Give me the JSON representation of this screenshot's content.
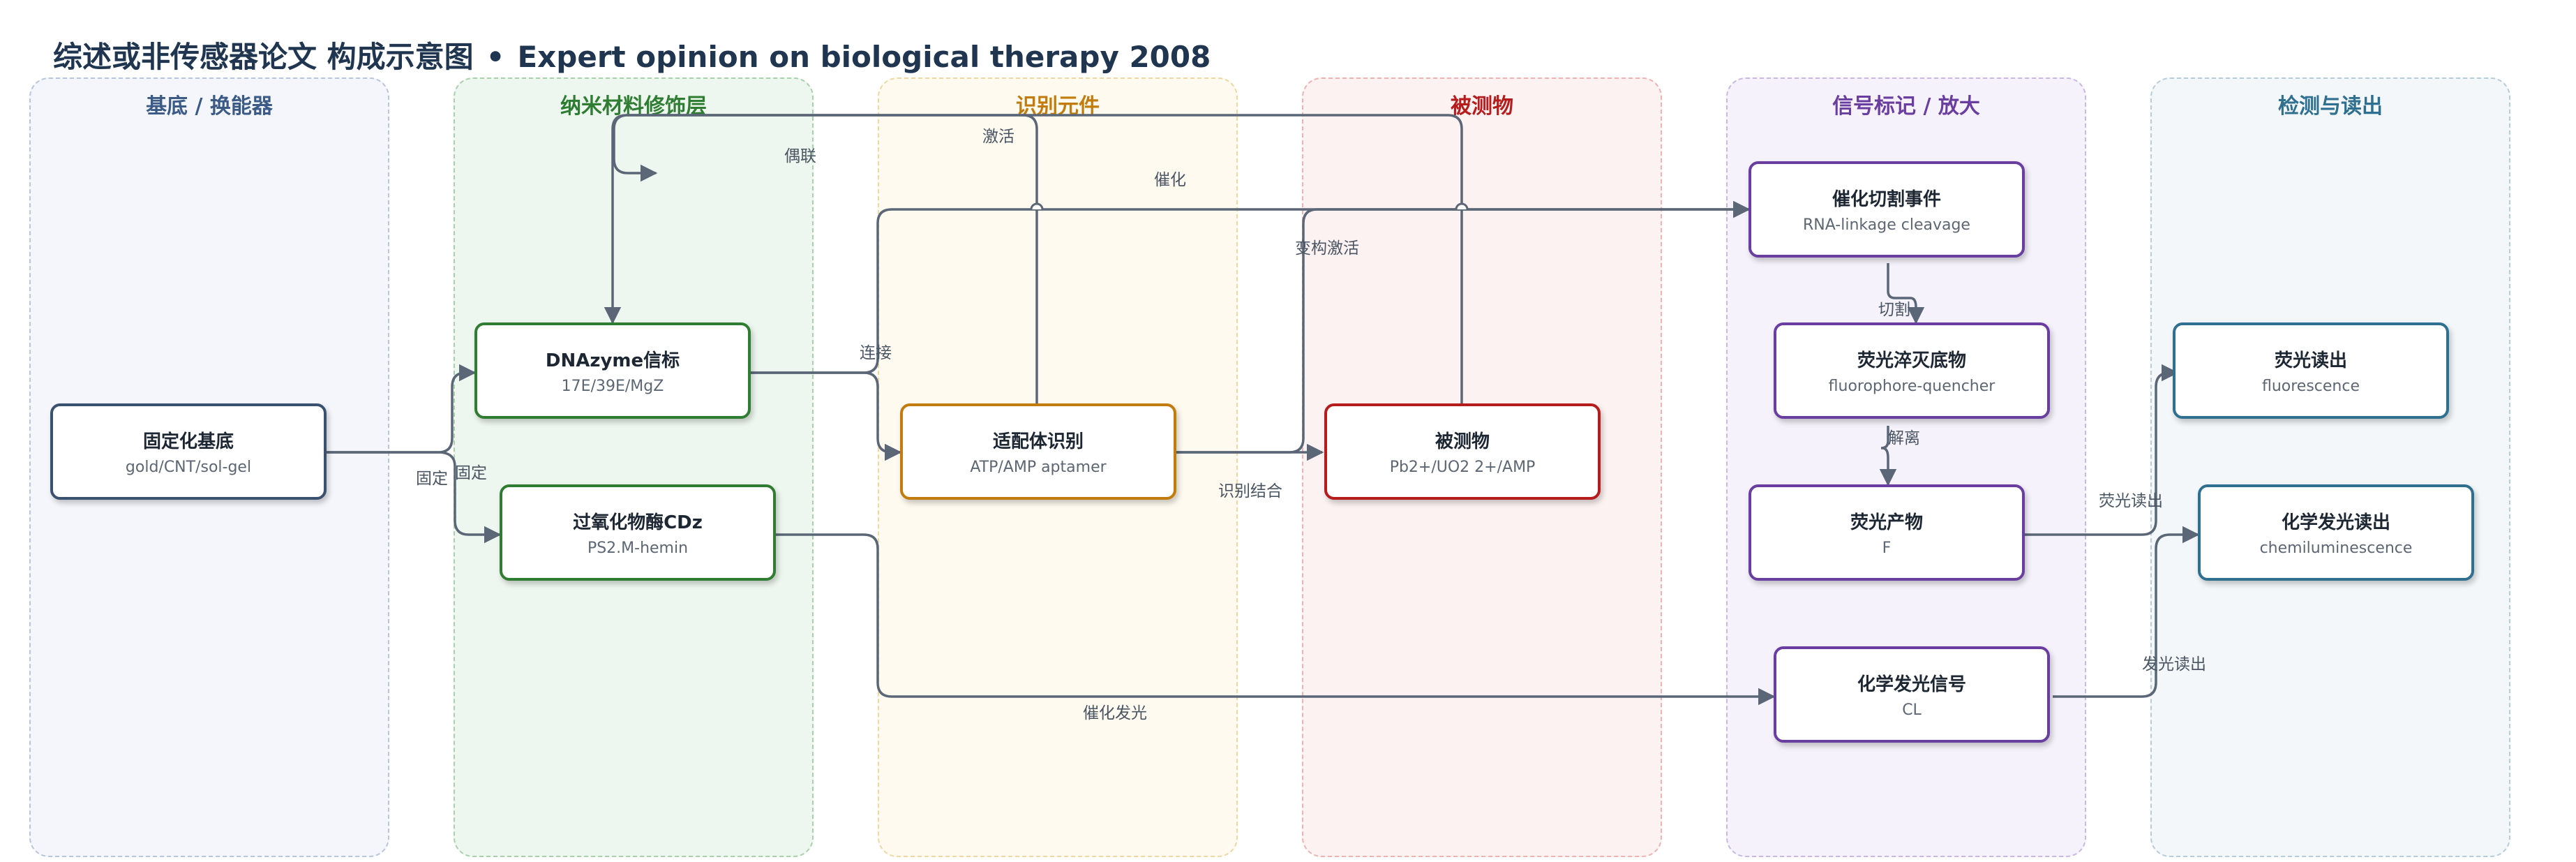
{
  "title": {
    "cn": "综述或非传感器论文 构成示意图",
    "sep": "•",
    "en": "Expert opinion on biological therapy 2008"
  },
  "lanes": [
    {
      "id": "substrate",
      "title": "基底 / 换能器",
      "color": "#3b5a86",
      "bg": "#f4f6fb",
      "border": "#b8c5dc"
    },
    {
      "id": "nano",
      "title": "纳米材料修饰层",
      "color": "#2e7d32",
      "bg": "#eef7ef",
      "border": "#a8d0ab"
    },
    {
      "id": "recog",
      "title": "识别元件",
      "color": "#c27c0e",
      "bg": "#fffaf0",
      "border": "#f0d7a2"
    },
    {
      "id": "analyte",
      "title": "被测物",
      "color": "#b71c1c",
      "bg": "#fdf2f2",
      "border": "#eeb2b2"
    },
    {
      "id": "signal",
      "title": "信号标记 / 放大",
      "color": "#6a3ea1",
      "bg": "#f5f2fb",
      "border": "#c9b8e2"
    },
    {
      "id": "detect",
      "title": "检测与读出",
      "color": "#2f6f8f",
      "bg": "#f3f7f9",
      "border": "#b6cdd8"
    }
  ],
  "nodes": {
    "substrate": {
      "title": "固定化基底",
      "sub": "gold/CNT/sol-gel",
      "color": "#3b5170"
    },
    "dnazyme": {
      "title": "DNAzyme信标",
      "sub": "17E/39E/MgZ",
      "color": "#2e7d32"
    },
    "cdz": {
      "title": "过氧化物酶CDz",
      "sub": "PS2.M-hemin",
      "color": "#2e7d32"
    },
    "aptamer": {
      "title": "适配体识别",
      "sub": "ATP/AMP aptamer",
      "color": "#c27c0e"
    },
    "analyte": {
      "title": "被测物",
      "sub": "Pb2+/UO2 2+/AMP",
      "color": "#b71c1c"
    },
    "cleave": {
      "title": "催化切割事件",
      "sub": "RNA-linkage cleavage",
      "color": "#6a3ea1"
    },
    "fq": {
      "title": "荧光淬灭底物",
      "sub": "fluorophore-quencher",
      "color": "#6a3ea1"
    },
    "fprod": {
      "title": "荧光产物",
      "sub": "F",
      "color": "#6a3ea1"
    },
    "cl": {
      "title": "化学发光信号",
      "sub": "CL",
      "color": "#6a3ea1"
    },
    "fluor_read": {
      "title": "荧光读出",
      "sub": "fluorescence",
      "color": "#2f6f8f"
    },
    "chemi_read": {
      "title": "化学发光读出",
      "sub": "chemiluminescence",
      "color": "#2f6f8f"
    }
  },
  "edge_labels": {
    "fix1": "固定",
    "fix2": "固定",
    "couple": "偶联",
    "activate": "激活",
    "catalyze": "催化",
    "allosteric": "变构激活",
    "link": "连接",
    "bind": "识别结合",
    "cut": "切割",
    "dissociate": "解离",
    "fluor_out": "荧光读出",
    "lum_out": "发光读出",
    "cat_lum": "催化发光"
  },
  "colors": {
    "edge": "#5b6677"
  }
}
